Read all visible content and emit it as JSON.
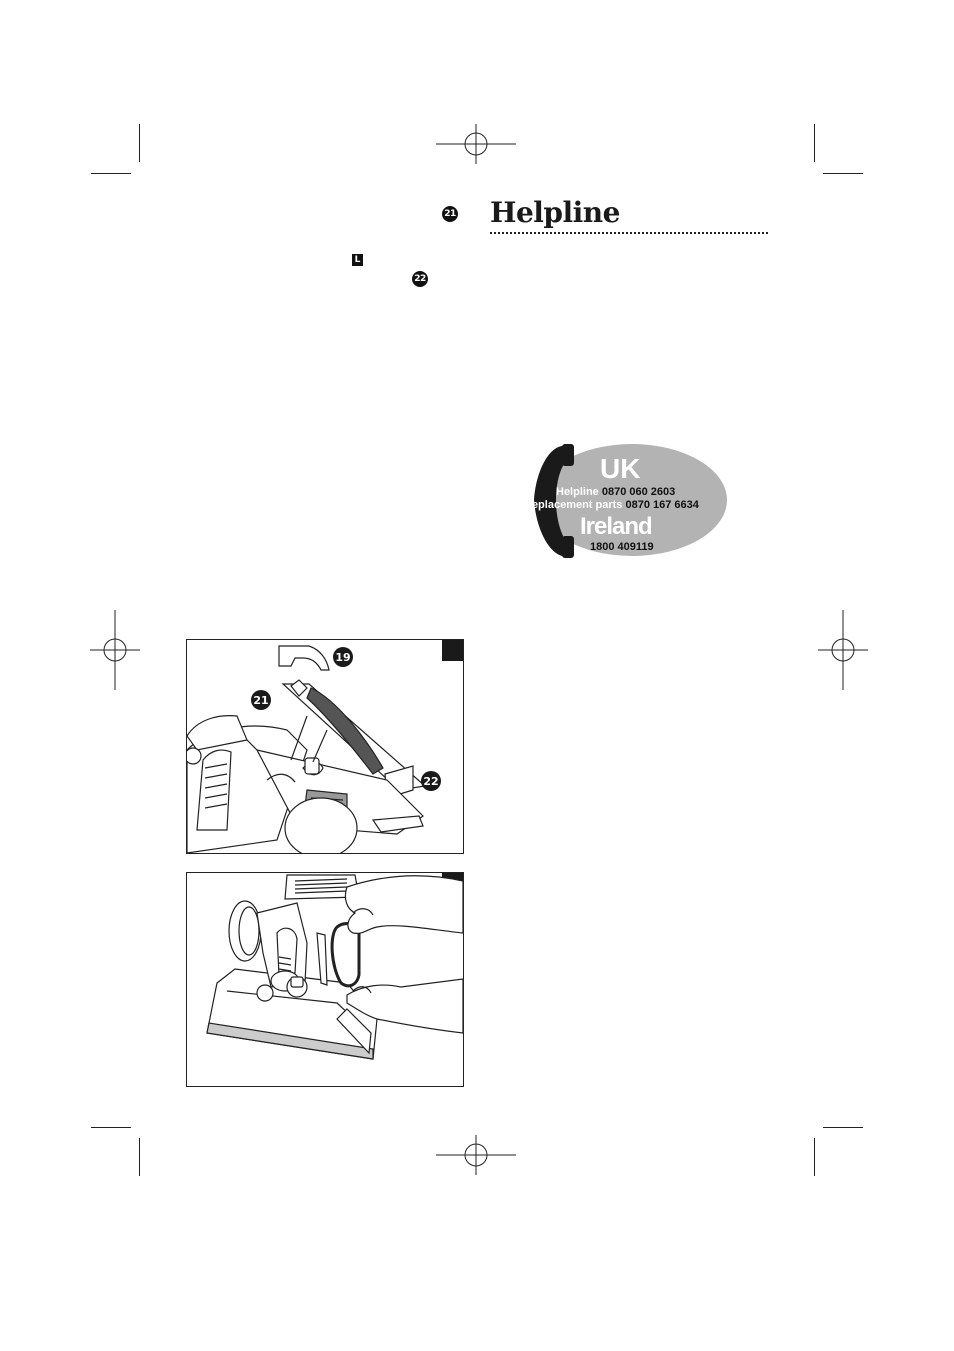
{
  "header": {
    "title": "Helpline",
    "ref_badges": [
      "21",
      "L",
      "22"
    ]
  },
  "helpline_logo": {
    "uk_label": "UK",
    "uk_lines": [
      {
        "label": "Helpline",
        "number": "0870 060 2603"
      },
      {
        "label": "Replacement parts",
        "number": "0870 167 6634"
      }
    ],
    "ireland_label": "Ireland",
    "ireland_number": "1800 409119",
    "colors": {
      "ellipse": "#b3b3b3",
      "handset": "#1a1a1a",
      "text_light": "#ffffff",
      "text_dark": "#111111"
    }
  },
  "figure_top": {
    "callouts": [
      "19",
      "21",
      "22"
    ]
  }
}
